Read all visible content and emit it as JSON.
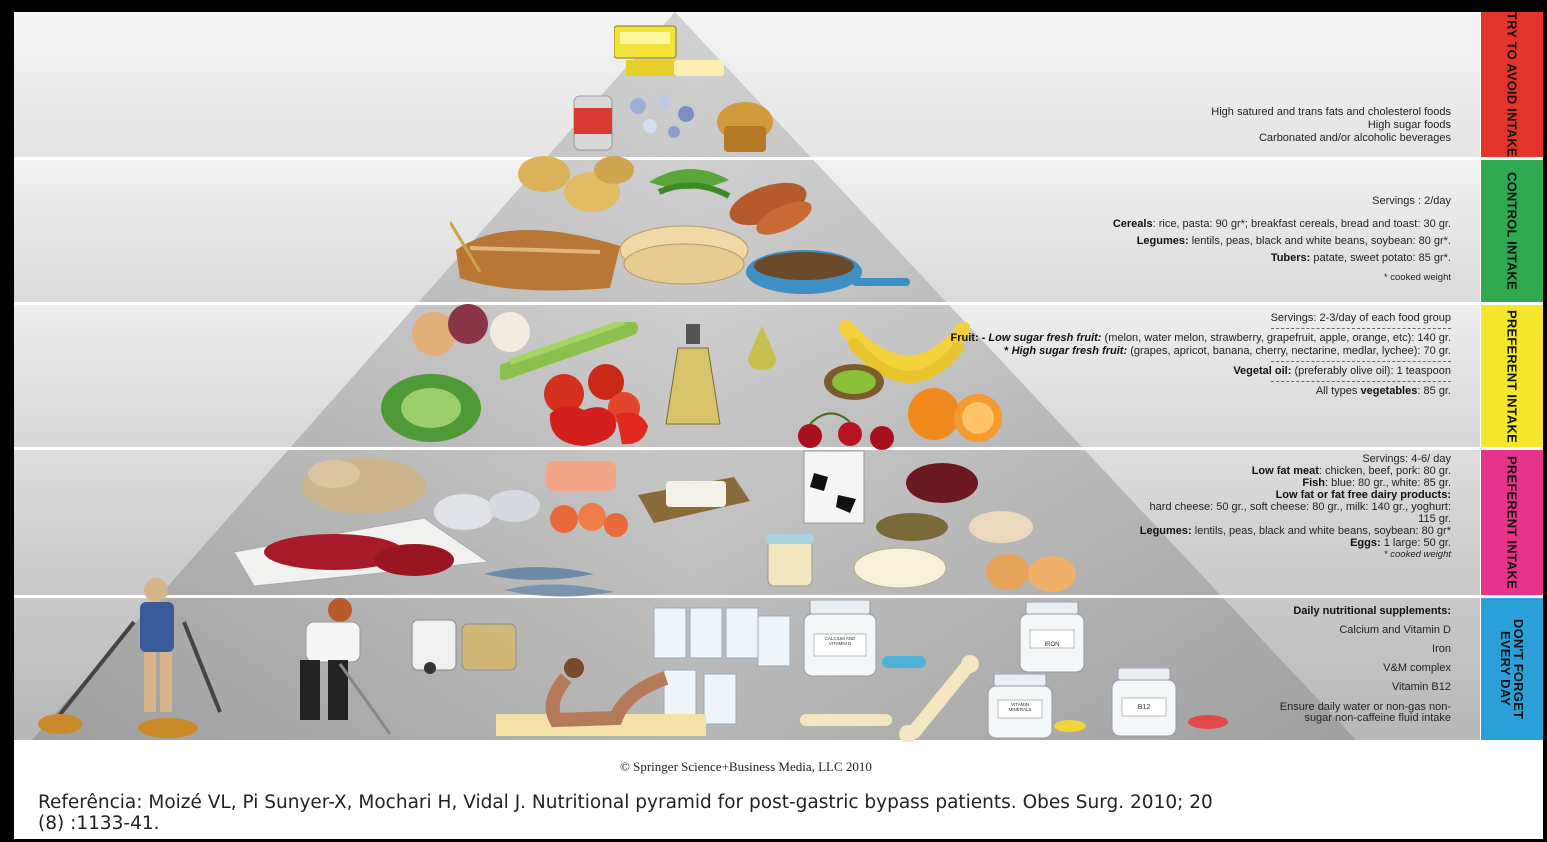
{
  "tiers": [
    {
      "label": "TRY TO AVOID INTAKE",
      "color": "#e3342b",
      "lines": [
        "High satured and trans fats and cholesterol foods",
        "High sugar foods",
        "Carbonated and/or alcoholic beverages"
      ]
    },
    {
      "label": "CONTROL INTAKE",
      "color": "#2fa84f",
      "servings": "Servings : 2/day",
      "items": [
        {
          "bold": "Cereals",
          "text": ": rice, pasta: 90 gr*; breakfast cereals, bread and toast: 30 gr."
        },
        {
          "bold": "Legumes:",
          "text": " lentils, peas, black and white beans, soybean: 80 gr*."
        },
        {
          "bold": "Tubers:",
          "text": " patate, sweet potato: 85 gr*."
        }
      ],
      "note": "* cooked weight"
    },
    {
      "label": "PREFERENT INTAKE",
      "color": "#f4e62a",
      "servings": "Servings: 2-3/day of each food group",
      "fruit_label": "Fruit: -",
      "fruit_low_bold": "Low sugar fresh fruit:",
      "fruit_low_text": "(melon, water melon, strawberry, grapefruit, apple, orange, etc): 140 gr.",
      "fruit_high_prefix": "*",
      "fruit_high_bold": "High sugar fresh fruit:",
      "fruit_high_text": "(grapes, apricot, banana, cherry, nectarine, medlar, lychee): 70 gr.",
      "oil_bold": "Vegetal oil:",
      "oil_text": "(preferably olive oil): 1 teaspoon",
      "veg_text": "All types",
      "veg_bold": "vegetables",
      "veg_amount": ": 85 gr."
    },
    {
      "label": "PREFERENT INTAKE",
      "color": "#e8338a",
      "servings": "Servings: 4-6/ day",
      "meat_bold": "Low fat meat",
      "meat_text": ": chicken, beef, pork: 80 gr.",
      "fish_bold": "Fish",
      "fish_text": ": blue: 80 gr., white: 85 gr.",
      "dairy_bold": "Low fat or fat free dairy products:",
      "dairy_text": "hard cheese: 50 gr., soft cheese: 80 gr., milk: 140 gr., yoghurt: 115 gr.",
      "legumes_bold": "Legumes:",
      "legumes_text": "lentils, peas, black and white beans, soybean: 80 gr*",
      "eggs_bold": "Eggs:",
      "eggs_text": "1 large: 50 gr.",
      "note": "* cooked weight"
    },
    {
      "label": "DON'T FORGET\nEVERY DAY",
      "color": "#2a9fd8",
      "heading": "Daily nutritional supplements:",
      "items": [
        "Calcium and Vitamin D",
        "Iron",
        "V&M complex",
        "Vitamin B12"
      ],
      "water": "Ensure daily water or non-gas non-sugar non-caffeine fluid intake"
    }
  ],
  "copyright": "© Springer Science+Business Media, LLC 2010",
  "reference": "Referência: Moizé VL, Pi Sunyer-X, Mochari H, Vidal J. Nutritional pyramid for post-gastric bypass patients. Obes Surg. 2010; 20 (8) :1133-41.",
  "bottle_labels": [
    "CALCIUM AND VITAMIN D",
    "IRON",
    "VITAMIN MINERALS",
    "B12"
  ],
  "icons": [
    "butter-icon",
    "soda-can-icon",
    "muffin-icon",
    "candy-icon",
    "potato-icon",
    "bread-icon",
    "tortilla-icon",
    "cereal-bowl-icon",
    "sweet-potato-icon",
    "peas-icon",
    "onion-icon",
    "celery-icon",
    "lettuce-icon",
    "tomato-icon",
    "pepper-icon",
    "olive-oil-icon",
    "pear-icon",
    "banana-icon",
    "kiwi-icon",
    "orange-icon",
    "cherry-icon",
    "chicken-icon",
    "meat-board-icon",
    "fish-icon",
    "shrimp-icon",
    "cheese-icon",
    "milk-carton-icon",
    "beans-icon",
    "eggs-icon",
    "lentils-icon",
    "yoghurt-icon",
    "walking-person-icon",
    "golfer-icon",
    "yoga-person-icon",
    "water-glasses-icon",
    "tea-icon",
    "supplement-bottle-icon",
    "bone-icon"
  ]
}
